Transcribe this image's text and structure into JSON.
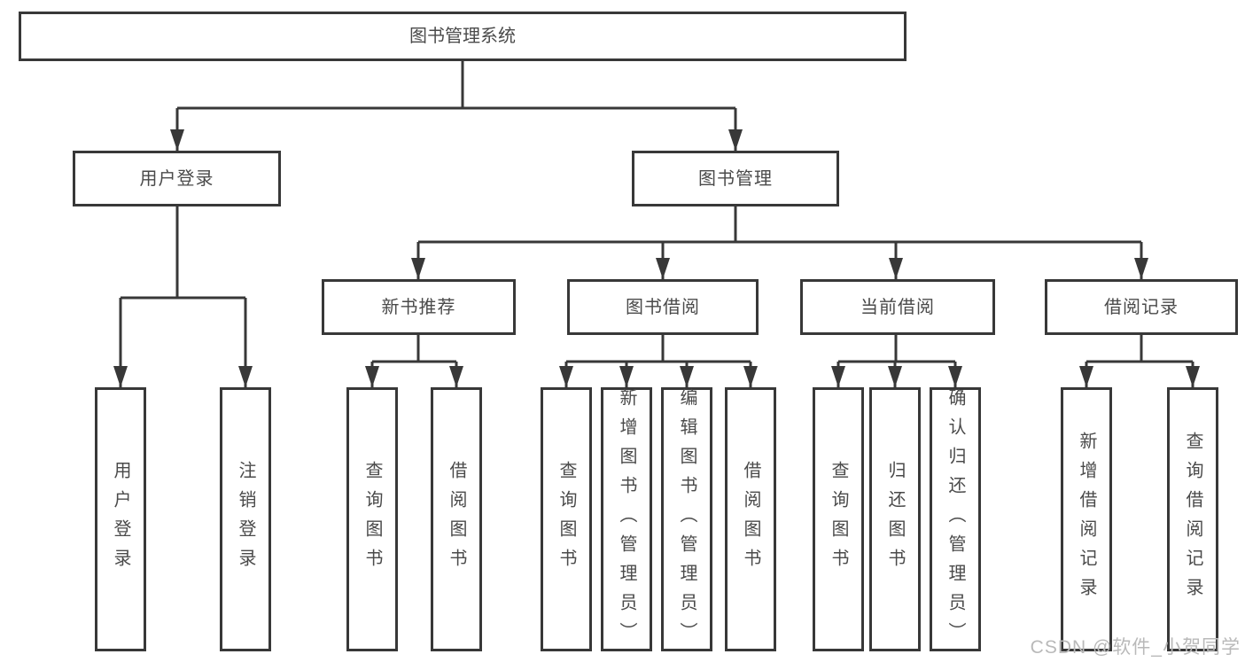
{
  "diagram": {
    "root": {
      "label": "图书管理系统"
    },
    "level2": [
      {
        "label": "用户登录"
      },
      {
        "label": "图书管理"
      }
    ],
    "level3": [
      {
        "label": "新书推荐"
      },
      {
        "label": "图书借阅"
      },
      {
        "label": "当前借阅"
      },
      {
        "label": "借阅记录"
      }
    ],
    "leaves": [
      {
        "label": "用户登录"
      },
      {
        "label": "注销登录"
      },
      {
        "label": "查询图书"
      },
      {
        "label": "借阅图书"
      },
      {
        "label": "查询图书"
      },
      {
        "label": "新增图书（管理员）"
      },
      {
        "label": "编辑图书（管理员）"
      },
      {
        "label": "借阅图书"
      },
      {
        "label": "查询图书"
      },
      {
        "label": "归还图书"
      },
      {
        "label": "确认归还（管理员）"
      },
      {
        "label": "新增借阅记录"
      },
      {
        "label": "查询借阅记录"
      }
    ]
  },
  "watermark": {
    "text": "CSDN @软件_小贺同学"
  },
  "colors": {
    "line": "#383838",
    "text": "#4a4a4a",
    "watermark": "#b9b9b9",
    "background": "#ffffff"
  }
}
